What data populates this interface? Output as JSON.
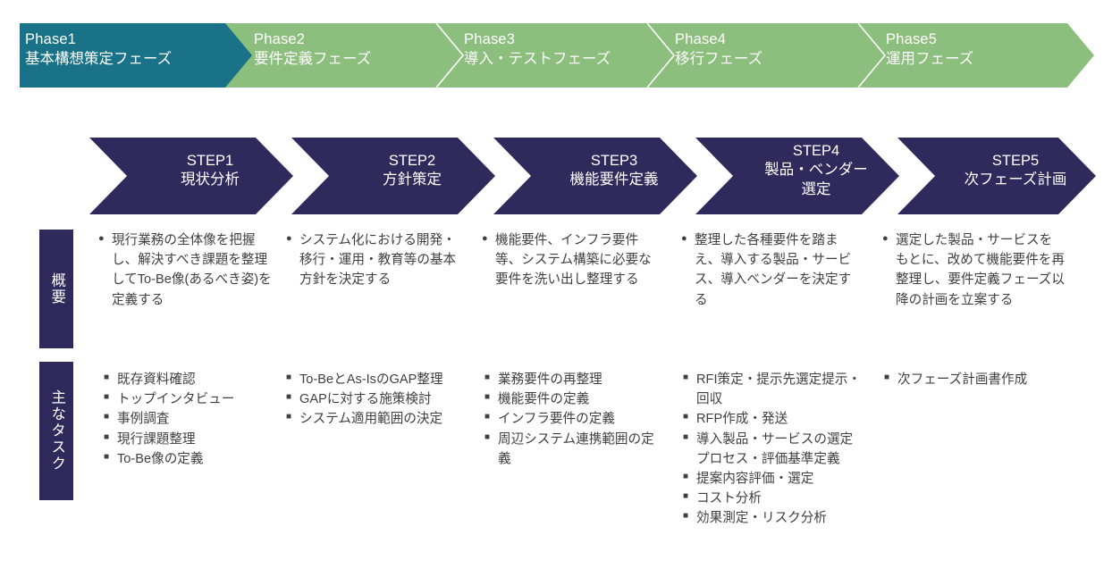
{
  "colors": {
    "phase_active": "#1A7288",
    "phase_inactive": "#8CBE7D",
    "step_fill": "#2E2A5C",
    "text_dark": "#404040",
    "text_light": "#FFFFFF"
  },
  "phases": [
    {
      "number": "Phase1",
      "name": "基本構想策定フェーズ",
      "state": "active"
    },
    {
      "number": "Phase2",
      "name": "要件定義フェーズ",
      "state": "inactive"
    },
    {
      "number": "Phase3",
      "name": "導入・テストフェーズ",
      "state": "inactive"
    },
    {
      "number": "Phase4",
      "name": "移行フェーズ",
      "state": "inactive"
    },
    {
      "number": "Phase5",
      "name": "運用フェーズ",
      "state": "inactive"
    }
  ],
  "steps": [
    {
      "number": "STEP1",
      "title_line1": "現状分析",
      "title_line2": ""
    },
    {
      "number": "STEP2",
      "title_line1": "方針策定",
      "title_line2": ""
    },
    {
      "number": "STEP3",
      "title_line1": "機能要件定義",
      "title_line2": ""
    },
    {
      "number": "STEP4",
      "title_line1": "製品・ベンダー",
      "title_line2": "選定"
    },
    {
      "number": "STEP5",
      "title_line1": "次フェーズ計画",
      "title_line2": ""
    }
  ],
  "row_headers": {
    "overview": "概要",
    "tasks": "主なタスク"
  },
  "bullet_markers": {
    "overview": "●",
    "tasks": "■"
  },
  "overview": [
    {
      "text": "現行業務の全体像を把握し、解決すべき課題を整理してTo-Be像(あるべき姿)を定義する"
    },
    {
      "text": "システム化における開発・移行・運用・教育等の基本方針を決定する"
    },
    {
      "text": "機能要件、インフラ要件等、システム構築に必要な要件を洗い出し整理する"
    },
    {
      "text": "整理した各種要件を踏まえ、導入する製品・サービス、導入ベンダーを決定する"
    },
    {
      "text": "選定した製品・サービスをもとに、改めて機能要件を再整理し、要件定義フェーズ以降の計画を立案する"
    }
  ],
  "tasks": [
    [
      "既存資料確認",
      "トップインタビュー",
      "事例調査",
      "現行課題整理",
      "To-Be像の定義"
    ],
    [
      "To-BeとAs-IsのGAP整理",
      "GAPに対する施策検討",
      "システム適用範囲の決定"
    ],
    [
      "業務要件の再整理",
      "機能要件の定義",
      "インフラ要件の定義",
      "周辺システム連携範囲の定義"
    ],
    [
      "RFI策定・提示先選定提示・回収",
      "RFP作成・発送",
      "導入製品・サービスの選定プロセス・評価基準定義",
      "提案内容評価・選定",
      "コスト分析",
      "効果測定・リスク分析"
    ],
    [
      "次フェーズ計画書作成"
    ]
  ]
}
